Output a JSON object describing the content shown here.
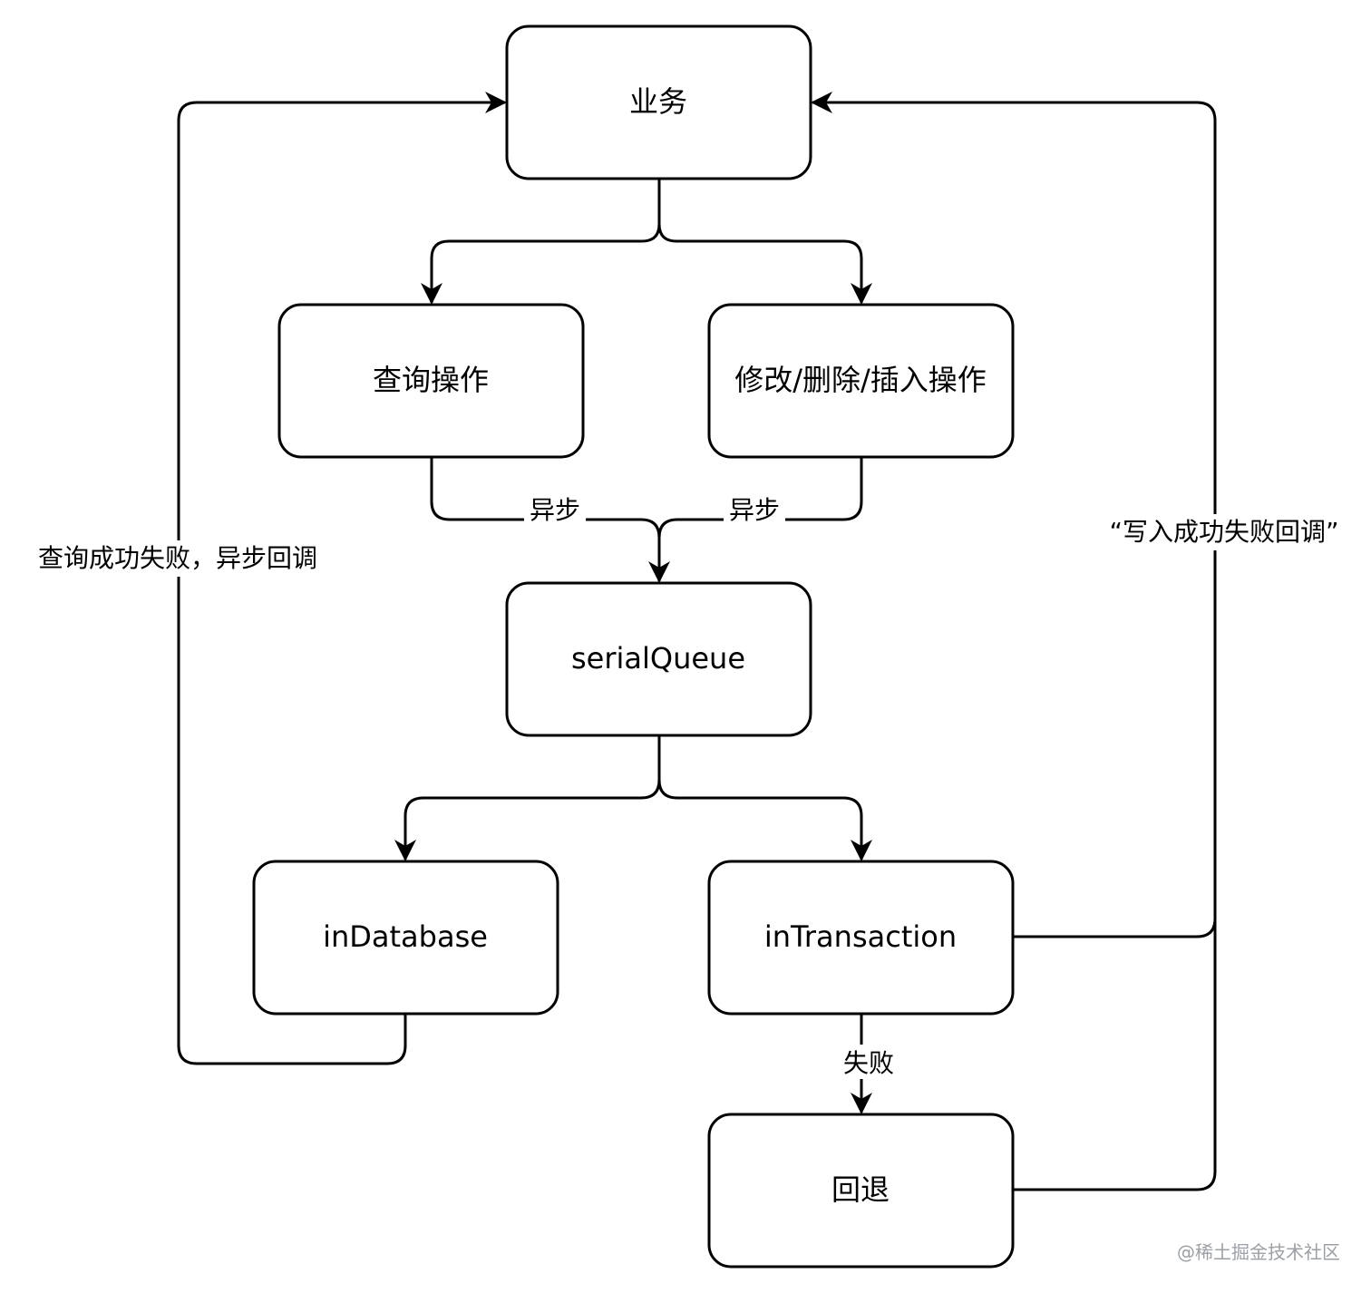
{
  "nodes": {
    "business": "业务",
    "query": "查询操作",
    "modify": "修改/删除/插入操作",
    "serial": "serialQueue",
    "in_database": "inDatabase",
    "in_transaction": "inTransaction",
    "rollback": "回退"
  },
  "edge_labels": {
    "query_async": "异步",
    "modify_async": "异步",
    "left_callback": "查询成功失败，异步回调",
    "right_callback": "“写入成功失败回调”",
    "fail": "失败"
  },
  "watermark": "@稀土掘金技术社区"
}
